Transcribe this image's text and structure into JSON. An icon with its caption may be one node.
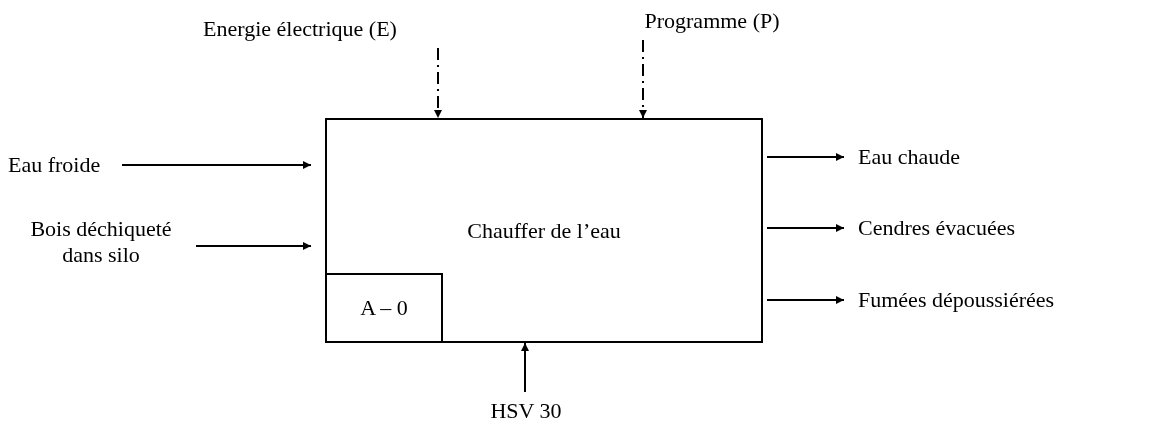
{
  "diagram": {
    "nodes": [
      {
        "text": [
          "Chauffer de l’eau"
        ]
      },
      {
        "text": [
          "A – 0"
        ],
        "in": 0
      },
      {
        "text": [
          "Energie électrique (E)"
        ]
      },
      {
        "text": [
          "Programme (P)"
        ]
      },
      {
        "text": [
          "Eau froide"
        ]
      },
      {
        "text": [
          "Bois déchiqueté dans silo"
        ]
      },
      {
        "text": [
          "Eau chaude"
        ]
      },
      {
        "text": [
          "Cendres évacuées"
        ]
      },
      {
        "text": [
          "Fumées dépoussiérées"
        ]
      },
      {
        "text": [
          "HSV 30"
        ]
      }
    ],
    "edges": [
      {
        "from": 2,
        "to": 0,
        "arrow": "to",
        "style": "dashed"
      },
      {
        "from": 3,
        "to": 0,
        "arrow": "to",
        "style": "dashed"
      },
      {
        "from": 4,
        "to": 0,
        "arrow": "to"
      },
      {
        "from": 5,
        "to": 0,
        "arrow": "to"
      },
      {
        "from": 0,
        "to": 6,
        "arrow": "to"
      },
      {
        "from": 0,
        "to": 7,
        "arrow": "to"
      },
      {
        "from": 0,
        "to": 8,
        "arrow": "to"
      },
      {
        "from": 9,
        "to": 0,
        "arrow": "to"
      }
    ]
  }
}
